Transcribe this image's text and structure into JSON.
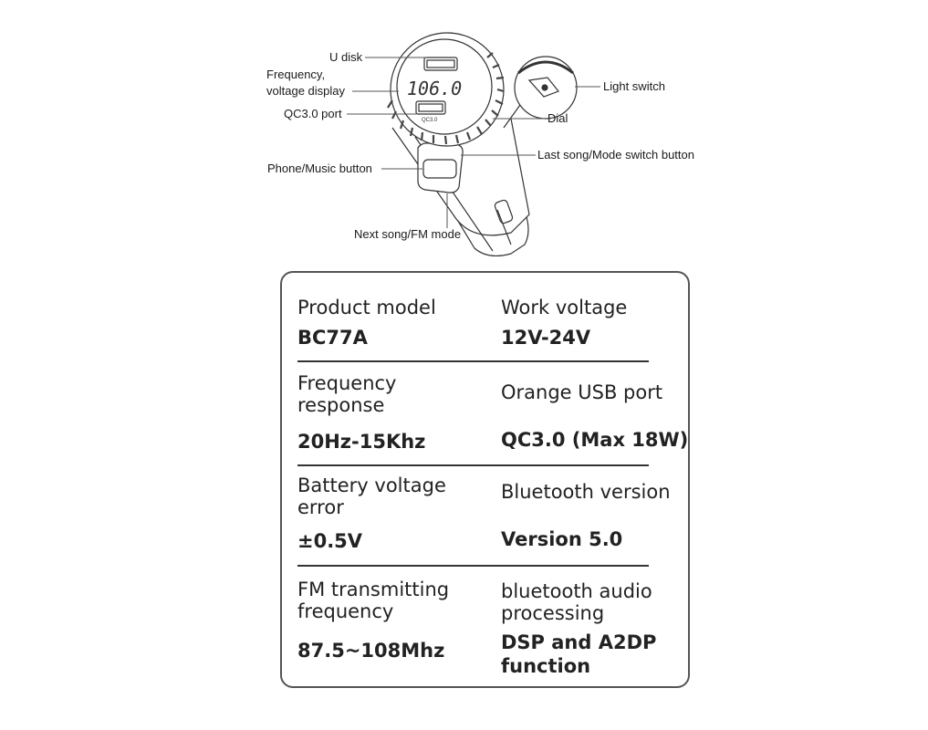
{
  "diagram": {
    "display_reading": "106.0",
    "port_marking": "QC3.0",
    "labels": {
      "u_disk": "U disk",
      "frequency_line1": "Frequency,",
      "frequency_line2": "voltage display",
      "qc_port": "QC3.0 port",
      "phone_music": "Phone/Music button",
      "next_song": "Next song/FM mode",
      "light_switch": "Light switch",
      "dial": "Dial",
      "last_song": "Last song/Mode switch button"
    }
  },
  "specs": [
    {
      "label": "Product model",
      "value": "BC77A"
    },
    {
      "label": "Work voltage",
      "value": "12V-24V"
    },
    {
      "label": "Frequency\nresponse",
      "value": "20Hz-15Khz"
    },
    {
      "label": "Orange USB port",
      "value": "QC3.0 (Max 18W)"
    },
    {
      "label": "Battery voltage\nerror",
      "value": "±0.5V"
    },
    {
      "label": "Bluetooth version",
      "value": "Version 5.0"
    },
    {
      "label": "FM transmitting\nfrequency",
      "value": "87.5~108Mhz"
    },
    {
      "label": "bluetooth audio\nprocessing",
      "value": "DSP and A2DP\nfunction"
    }
  ]
}
